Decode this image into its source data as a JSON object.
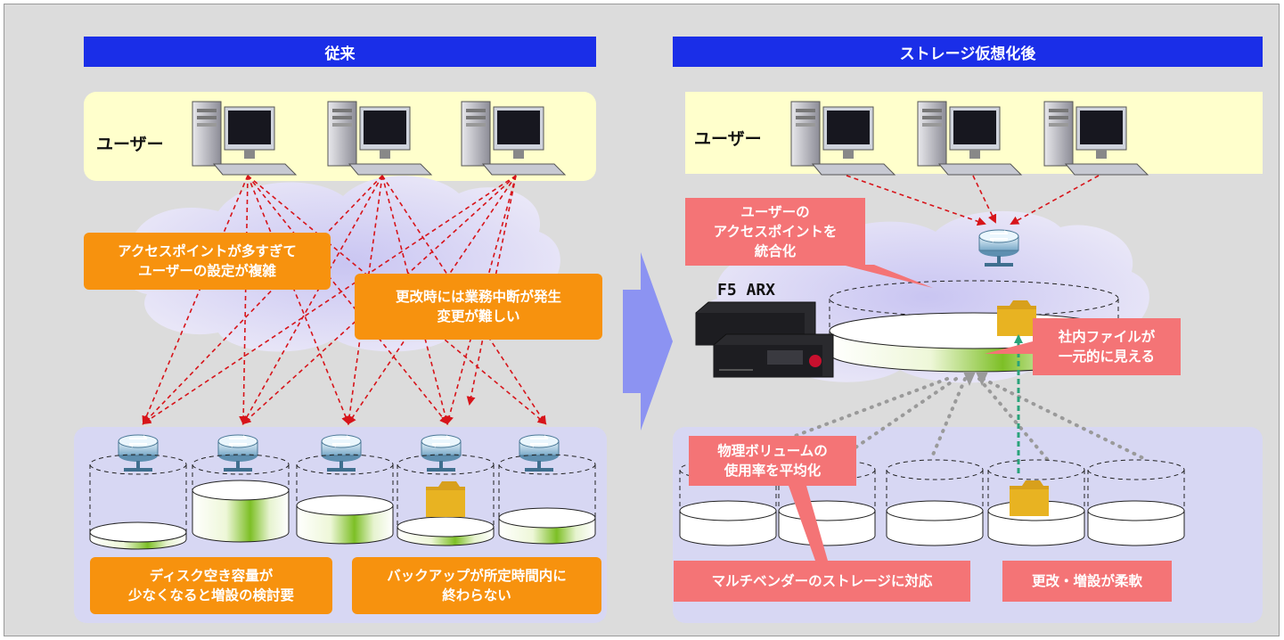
{
  "before": {
    "title": "従来",
    "users_label": "ユーザー",
    "callout_access": "アクセスポイントが多すぎて\nユーザーの設定が複雑",
    "callout_change": "更改時には業務中断が発生\n変更が難しい",
    "callout_disk": "ディスク空き容量が\n少なくなると増設の検討要",
    "callout_backup": "バックアップが所定時間内に\n終わらない"
  },
  "after": {
    "title": "ストレージ仮想化後",
    "users_label": "ユーザー",
    "callout_unify": "ユーザーの\nアクセスポイントを\n統合化",
    "product": "F5 ARX",
    "callout_files": "社内ファイルが\n一元的に見える",
    "callout_volume": "物理ボリュームの\n使用率を平均化",
    "callout_multivendor": "マルチベンダーのストレージに対応",
    "callout_flexible": "更改・増設が柔軟"
  },
  "colors": {
    "header_blue": "#1a2ee8",
    "callout_orange": "#f7920e",
    "callout_pink": "#f47476",
    "user_panel": "#ffffcc",
    "storage_panel": "#d7d7f3",
    "arrow_red": "#d7141a",
    "arrow_green": "#2aa37a",
    "connector_gray": "#9a9a9a",
    "big_arrow": "#8c93f2"
  },
  "icons": [
    "desktop-pc-icon",
    "network-switch-icon",
    "folder-icon",
    "disk-cylinder-icon",
    "arx-appliance-icon",
    "cloud-shape"
  ]
}
